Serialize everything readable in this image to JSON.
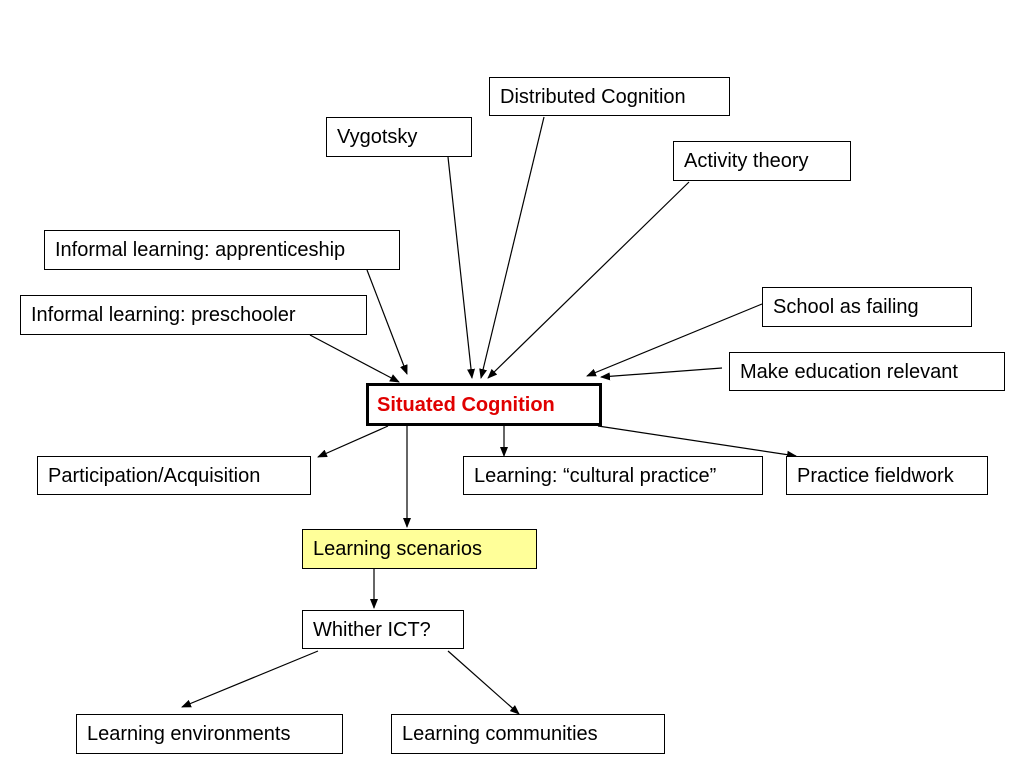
{
  "colors": {
    "center_text": "#e00000",
    "highlight_fill": "#ffff99",
    "stroke": "#000000",
    "background": "#ffffff"
  },
  "nodes": {
    "distributed_cognition": "Distributed Cognition",
    "vygotsky": "Vygotsky",
    "activity_theory": "Activity theory",
    "informal_apprenticeship": "Informal learning: apprenticeship",
    "informal_preschooler": "Informal learning: preschooler",
    "school_as_failing": "School as failing",
    "make_education_relevant": "Make education relevant",
    "situated_cognition": "Situated Cognition",
    "participation_acquisition": "Participation/Acquisition",
    "cultural_practice": "Learning: “cultural practice”",
    "practice_fieldwork": "Practice fieldwork",
    "learning_scenarios": "Learning scenarios",
    "whither_ict": "Whither ICT?",
    "learning_environments": "Learning environments",
    "learning_communities": "Learning communities"
  },
  "edges": [
    {
      "from": "distributed_cognition",
      "to": "situated_cognition"
    },
    {
      "from": "vygotsky",
      "to": "situated_cognition"
    },
    {
      "from": "activity_theory",
      "to": "situated_cognition"
    },
    {
      "from": "informal_apprenticeship",
      "to": "situated_cognition"
    },
    {
      "from": "informal_preschooler",
      "to": "situated_cognition"
    },
    {
      "from": "school_as_failing",
      "to": "situated_cognition"
    },
    {
      "from": "make_education_relevant",
      "to": "situated_cognition"
    },
    {
      "from": "situated_cognition",
      "to": "participation_acquisition"
    },
    {
      "from": "situated_cognition",
      "to": "cultural_practice"
    },
    {
      "from": "situated_cognition",
      "to": "practice_fieldwork"
    },
    {
      "from": "situated_cognition",
      "to": "learning_scenarios"
    },
    {
      "from": "learning_scenarios",
      "to": "whither_ict"
    },
    {
      "from": "whither_ict",
      "to": "learning_environments"
    },
    {
      "from": "whither_ict",
      "to": "learning_communities"
    }
  ]
}
